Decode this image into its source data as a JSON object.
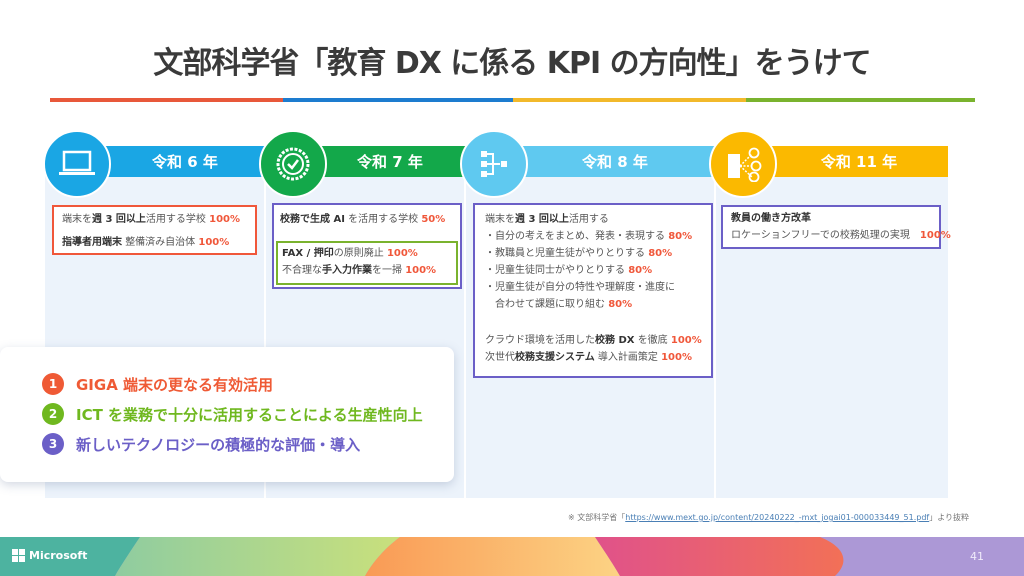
{
  "slide": {
    "title": "文部科学省「教育 DX に係る KPI の方向性」をうけて",
    "rule_colors": [
      "#e8583a",
      "#1d7ccf",
      "#f2b92b",
      "#7ab32e"
    ],
    "page_number": "41"
  },
  "timeline": [
    {
      "label": "令和 6 年",
      "icon": "laptop-icon",
      "color": "#1aa6e4",
      "box_border": "#f0573a",
      "items": [
        {
          "pre": "端末を",
          "bold": "週 3 回以上",
          "post": "活用する学校",
          "pct": "100%"
        },
        {
          "pre": "",
          "bold": "指導者用端末",
          "post": "整備済み自治体",
          "pct": "100%"
        }
      ]
    },
    {
      "label": "令和 7 年",
      "icon": "badge-check-icon",
      "color": "#13a84a",
      "box_border": "#6b5fc7",
      "items": [
        {
          "pre": "",
          "bold": "校務で生成 AI",
          "post": "を活用する学校",
          "pct": "50%"
        }
      ],
      "sub_box_border": "#7ab32e",
      "sub_items": [
        {
          "pre": "",
          "bold": "FAX / 押印",
          "post": "の原則廃止",
          "pct": "100%"
        },
        {
          "pre": "不合理な",
          "bold": "手入力作業",
          "post": "を一掃",
          "pct": "100%"
        }
      ]
    },
    {
      "label": "令和 8 年",
      "icon": "hierarchy-icon",
      "color": "#5fc9f0",
      "box_border": "#6b5fc7",
      "heading": {
        "pre": "端末を",
        "bold": "週 3 回以上",
        "post": "活用する"
      },
      "bullets": [
        {
          "text": "・自分の考えをまとめ、発表・表現する",
          "pct": "80%"
        },
        {
          "text": "・教職員と児童生徒がやりとりする",
          "pct": "80%"
        },
        {
          "text": "・児童生徒同士がやりとりする",
          "pct": "80%"
        },
        {
          "text": "・児童生徒が自分の特性や理解度・進度に",
          "pct": ""
        },
        {
          "text": "　合わせて課題に取り組む",
          "pct": "80%"
        }
      ],
      "extras": [
        {
          "pre": "クラウド環境を活用した",
          "bold": "校務 DX",
          "post": "を徹底",
          "pct": "100%"
        },
        {
          "pre": "次世代",
          "bold": "校務支援システム",
          "post": "導入計画策定",
          "pct": "100%"
        }
      ]
    },
    {
      "label": "令和 11 年",
      "icon": "building-network-icon",
      "color": "#fbb900",
      "box_border": "#6b5fc7",
      "heading": "教員の働き方改革",
      "items": [
        {
          "text": "ロケーションフリーでの校務処理の実現",
          "pct": "100%"
        }
      ]
    }
  ],
  "arrow_color": "#f0573a",
  "goals": [
    {
      "num": "1",
      "text": "GIGA 端末の更なる有効活用",
      "color": "#ef5a35"
    },
    {
      "num": "2",
      "text": "ICT を業務で十分に活用することによる生産性向上",
      "color": "#6fb81f"
    },
    {
      "num": "3",
      "text": "新しいテクノロジーの積極的な評価・導入",
      "color": "#6b5fc7"
    }
  ],
  "source": {
    "prefix": "※ 文部科学省「",
    "link": "https://www.mext.go.jp/content/20240222_-mxt_jogai01-000033449_51.pdf",
    "suffix": "」より抜粋"
  },
  "footer": {
    "brand": "Microsoft"
  }
}
